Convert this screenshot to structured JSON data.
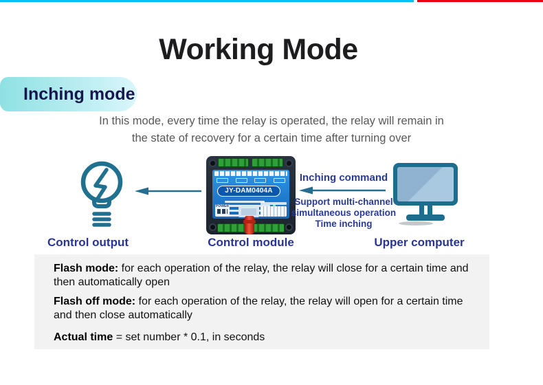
{
  "page": {
    "title": "Working Mode",
    "section_label": "Inching mode",
    "description_lines": [
      "In this mode, every time the relay is operated, the relay will remain in",
      "the state of recovery for a certain time after turning over"
    ]
  },
  "diagram": {
    "command_label": "Inching command",
    "support_lines": [
      "Support multi-channel",
      "simultaneous operation",
      "Time inching"
    ],
    "module": {
      "model": "JY-DAM0404A",
      "power_label": "POWER"
    },
    "captions": {
      "output": "Control output",
      "module": "Control module",
      "computer": "Upper computer"
    }
  },
  "notes": {
    "items": [
      {
        "label": "Flash mode:",
        "text": " for each operation of the relay, the relay will close for a certain time and then automatically open"
      },
      {
        "label": "Flash off mode:",
        "text": " for each operation of the relay, the relay will open for a certain time and then close automatically"
      },
      {
        "label": "Actual time",
        "text": " = set number * 0.1, in seconds"
      }
    ]
  },
  "colors": {
    "accent_cyan": "#00C2EC",
    "accent_red": "#E8000F",
    "pill_gradient_start": "#8EE1E3",
    "pill_gradient_end": "#D9F6FB",
    "navy_text": "#283594",
    "teal_icon": "#20708F",
    "module_panel_blue": "#1E7FD0",
    "terminal_green": "#2F9F37",
    "antenna_red": "#E03A24",
    "notes_background": "#F2F2F2"
  }
}
